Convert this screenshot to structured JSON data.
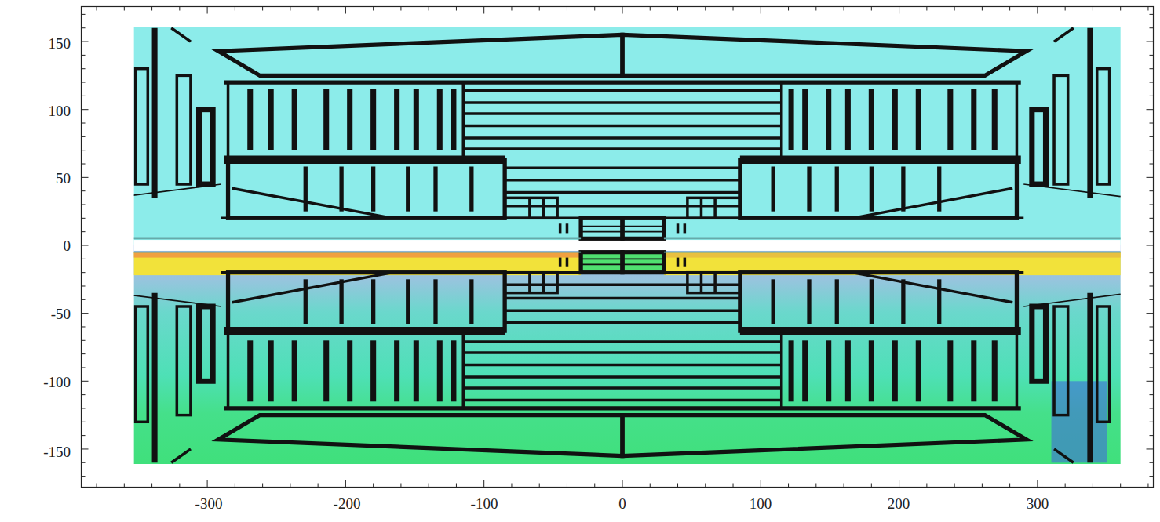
{
  "diagram": {
    "labels": [
      "150",
      "100",
      "50",
      "0",
      "-50",
      "-100",
      "-150",
      "-300",
      "-200",
      "-100",
      "0",
      "100",
      "200",
      "300"
    ]
  }
}
